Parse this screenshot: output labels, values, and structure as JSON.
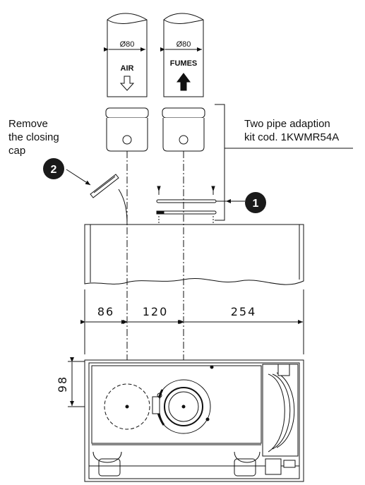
{
  "pipes": {
    "air": {
      "diameter": "Ø80",
      "label": "AIR",
      "arrow": "down-arrow-outline"
    },
    "fumes": {
      "diameter": "Ø80",
      "label": "FUMES",
      "arrow": "up-arrow-filled"
    }
  },
  "notes": {
    "remove_cap_lines": [
      "Remove",
      "the closing",
      "cap"
    ],
    "kit_lines": [
      "Two pipe adaption",
      "kit cod. 1KWMR54A"
    ]
  },
  "callouts": {
    "one": "1",
    "two": "2"
  },
  "dimensions": {
    "horizontal": [
      "86",
      "120",
      "254"
    ],
    "vertical": "98"
  },
  "colors": {
    "line": "#111111",
    "callout_fill": "#1a1a1a",
    "callout_text": "#ffffff"
  }
}
